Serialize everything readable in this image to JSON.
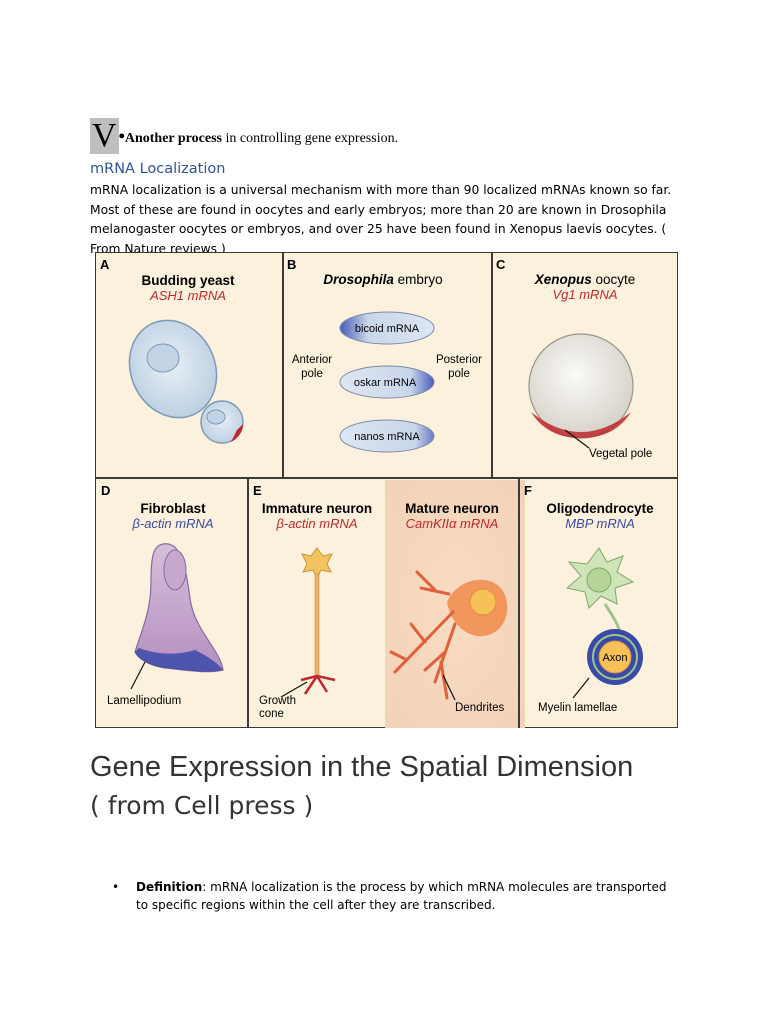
{
  "section": {
    "numeral": "V",
    "title_bold": "Another process",
    "title_rest": " in controlling gene expression."
  },
  "subheading": "mRNA Localization",
  "paragraph": "mRNA localization is a universal mechanism with more than 90 localized mRNAs known so far. Most of these are found in oocytes and early embryos; more than 20 are known in Drosophila melanogaster oocytes or embryos, and over 25 have been found in Xenopus laevis oocytes. ( From Nature reviews )",
  "figure": {
    "panels": {
      "A": {
        "letter": "A",
        "title": "Budding yeast",
        "mrna": "ASH1 mRNA"
      },
      "B": {
        "letter": "B",
        "title_italic": "Drosophila",
        "title_rest": " embryo",
        "mrnas": [
          "bicoid mRNA",
          "oskar mRNA",
          "nanos mRNA"
        ],
        "left_label": [
          "Anterior",
          "pole"
        ],
        "right_label": [
          "Posterior",
          "pole"
        ]
      },
      "C": {
        "letter": "C",
        "title_italic": "Xenopus",
        "title_rest": " oocyte",
        "mrna": "Vg1 mRNA",
        "annotation": "Vegetal pole"
      },
      "D": {
        "letter": "D",
        "title": "Fibroblast",
        "mrna": "β-actin mRNA",
        "annotation": "Lamellipodium"
      },
      "E": {
        "letter": "E",
        "title_left": "Immature neuron",
        "mrna_left": "β-actin mRNA",
        "title_right": "Mature neuron",
        "mrna_right": "CamKIIα mRNA",
        "annotation_left": [
          "Growth",
          "cone"
        ],
        "annotation_right": "Dendrites"
      },
      "F": {
        "letter": "F",
        "title": "Oligodendrocyte",
        "mrna": "MBP mRNA",
        "annotation": "Myelin lamellae",
        "axon_label": "Axon"
      }
    },
    "colors": {
      "red_mrna": "#c0282d",
      "blue_mrna": "#3a4aa8",
      "panel_bg": "#fbf1dc",
      "border": "#3a3a3a"
    }
  },
  "heading": "Gene Expression in the Spatial Dimension",
  "subtitle": "( from Cell press )",
  "bullets": [
    {
      "term": "Definition",
      "text": ": mRNA localization is the process by which mRNA molecules are transported to specific regions within the cell after they are transcribed."
    }
  ]
}
